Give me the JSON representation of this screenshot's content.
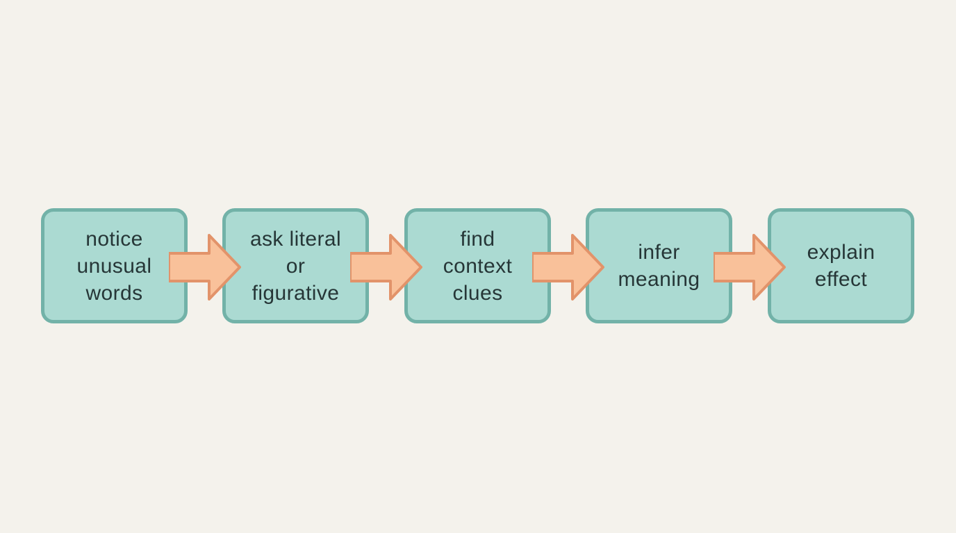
{
  "diagram": {
    "type": "flowchart-horizontal",
    "steps": [
      {
        "label": "notice\nunusual\nwords"
      },
      {
        "label": "ask literal\nor\nfigurative"
      },
      {
        "label": "find\ncontext\nclues"
      },
      {
        "label": "infer\nmeaning"
      },
      {
        "label": "explain\neffect"
      }
    ],
    "connector_icon": "arrow-right-icon",
    "connector_count": 4
  },
  "colors": {
    "background": "#f4f2ec",
    "box_fill": "#abdad2",
    "box_border": "#72b2a8",
    "arrow_fill": "#f9c19a",
    "arrow_border": "#e2936a",
    "text": "#263637"
  }
}
